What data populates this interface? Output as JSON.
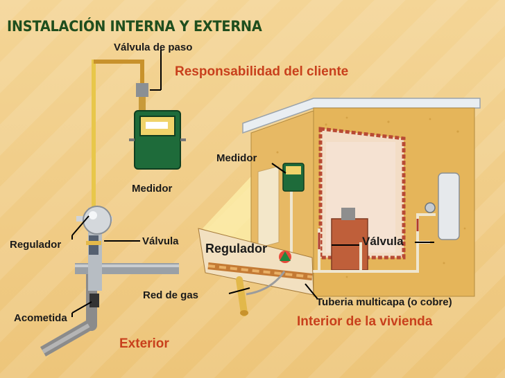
{
  "title": "INSTALACIÓN INTERNA Y EXTERNA",
  "labels": {
    "valvula_de_paso": "Válvula de paso",
    "responsabilidad": "Responsabilidad del cliente",
    "medidor_left": "Medidor",
    "medidor_right": "Medidor",
    "regulador_left": "Regulador",
    "valvula_left": "Válvula",
    "regulador_right": "Regulador",
    "valvula_right": "Válvula",
    "red_de_gas": "Red de gas",
    "tuberia": "Tuberia multicapa (o cobre)",
    "interior": "Interior de la vivienda",
    "acometida": "Acometida",
    "exterior": "Exterior"
  },
  "colors": {
    "background": "#f1cf8a",
    "title": "#1f4e1e",
    "highlight": "#c8401c",
    "label": "#1a1a1a"
  }
}
